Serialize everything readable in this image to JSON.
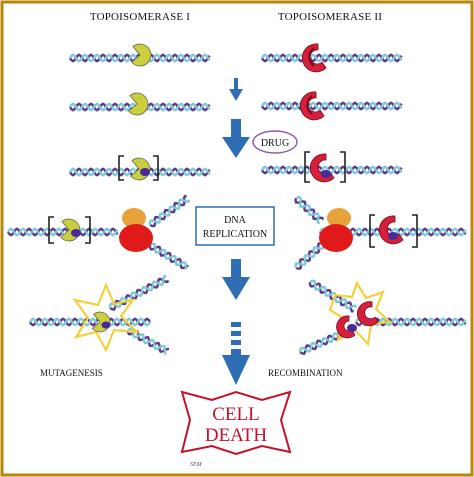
{
  "headers": {
    "topo1": "TOPOISOMERASE I",
    "topo2": "TOPOISOMERASE II"
  },
  "labels": {
    "drug": "DRUG",
    "replication_line1": "DNA",
    "replication_line2": "REPLICATION",
    "mutagenesis": "MUTAGENESIS",
    "recombination": "RECOMBINATION",
    "cell_line1": "CELL",
    "cell_line2": "DEATH",
    "signature": "SEM"
  },
  "colors": {
    "border": "#b8860b",
    "arrow": "#2f6db5",
    "dna_purple": "#5b3a8c",
    "dna_cyan": "#7ec8d8",
    "topo1": "#c9cf3c",
    "topo2": "#d61f3a",
    "drug": "#4a2a9a",
    "polymerase_red": "#e01a1a",
    "polymerase_orange": "#e8a23a",
    "burst": "#f2d23c",
    "death_outline": "#c8102e"
  }
}
